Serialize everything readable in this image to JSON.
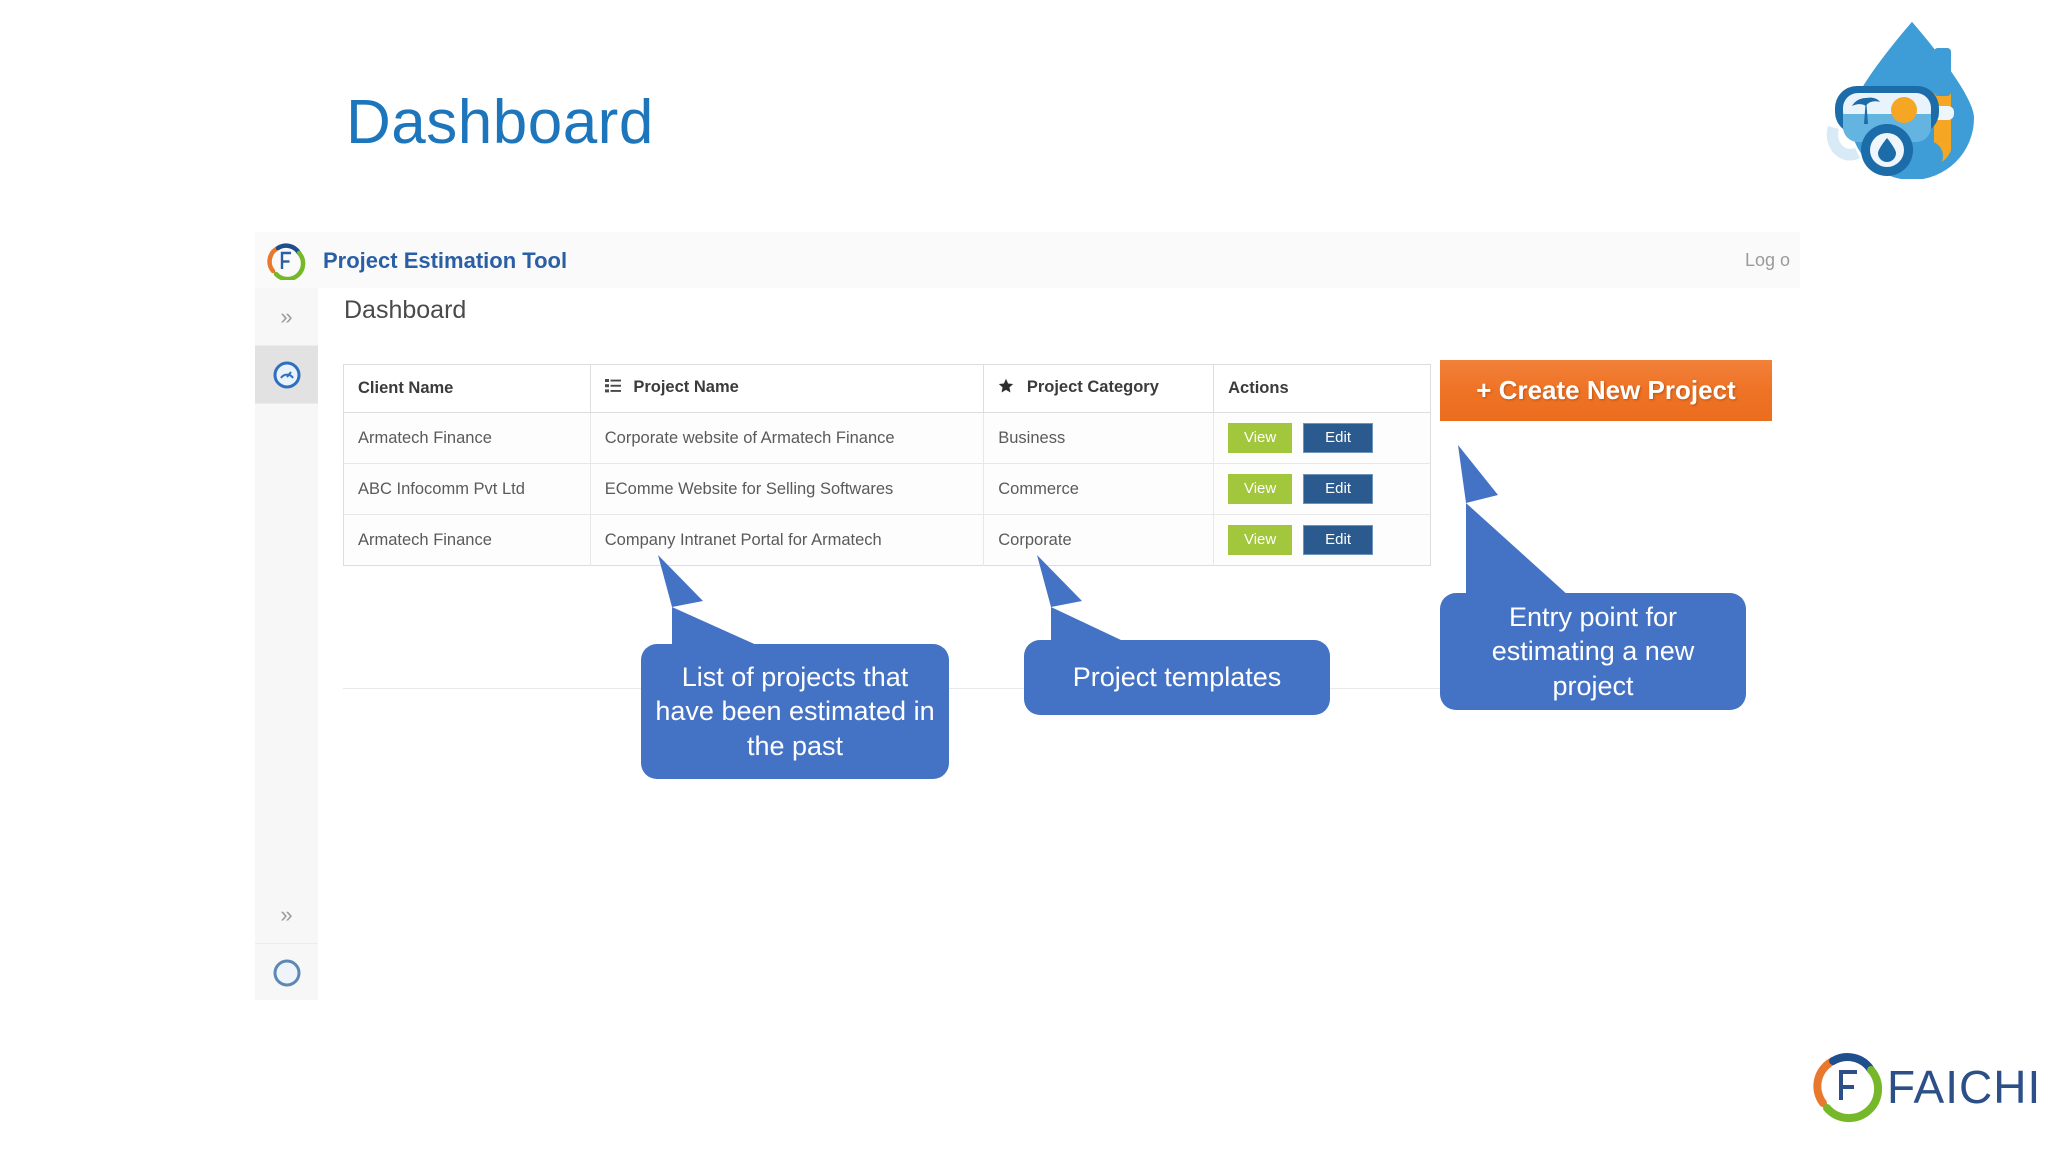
{
  "slide": {
    "title": "Dashboard",
    "accent_color": "#1d76bc",
    "background": "#ffffff"
  },
  "brand": {
    "wordmark": "FAICHI",
    "wordmark_color": "#2b4f86",
    "ring_colors": [
      "#1f4e8c",
      "#e8782d",
      "#76b82a"
    ],
    "droplet_logo_name": "snorkel-droplet-logo",
    "droplet_colors": [
      "#3b9bd4",
      "#1b6ca8",
      "#f5a623"
    ]
  },
  "app": {
    "header": {
      "title": "Project Estimation Tool",
      "title_color": "#2b5fa5",
      "logout_label": "Log o"
    },
    "sidebar": {
      "items": [
        {
          "name": "collapse-top",
          "icon": "chevron-double-right-icon",
          "label": "»",
          "active": false
        },
        {
          "name": "dashboard",
          "icon": "dashboard-gauge-icon",
          "label": "",
          "active": true
        },
        {
          "name": "collapse-bottom",
          "icon": "chevron-double-right-icon",
          "label": "»",
          "active": false
        }
      ]
    },
    "page_heading": "Dashboard",
    "table": {
      "columns": [
        {
          "label": "Client Name",
          "icon": null
        },
        {
          "label": "Project Name",
          "icon": "list-icon"
        },
        {
          "label": "Project Category",
          "icon": "star-icon"
        },
        {
          "label": "Actions",
          "icon": null
        }
      ],
      "rows": [
        {
          "client_name": "Armatech Finance",
          "project_name": "Corporate website of Armatech Finance",
          "project_category": "Business",
          "actions": {
            "view": "View",
            "edit": "Edit"
          }
        },
        {
          "client_name": "ABC Infocomm Pvt Ltd",
          "project_name": "EComme Website for Selling Softwares",
          "project_category": "Commerce",
          "actions": {
            "view": "View",
            "edit": "Edit"
          }
        },
        {
          "client_name": "Armatech Finance",
          "project_name": "Company Intranet Portal for Armatech",
          "project_category": "Corporate",
          "actions": {
            "view": "View",
            "edit": "Edit"
          }
        }
      ],
      "button_colors": {
        "view": "#a2c63c",
        "edit": "#2b5a8e"
      }
    },
    "create_button": {
      "label": "+ Create New Project",
      "color": "#ef7326"
    }
  },
  "annotations": {
    "color": "#4472c4",
    "items": [
      {
        "name": "callout-projects-list",
        "text": "List of projects that have been estimated in the past"
      },
      {
        "name": "callout-project-templates",
        "text": "Project templates"
      },
      {
        "name": "callout-create-entry-point",
        "text": "Entry point for estimating a new project"
      }
    ]
  }
}
